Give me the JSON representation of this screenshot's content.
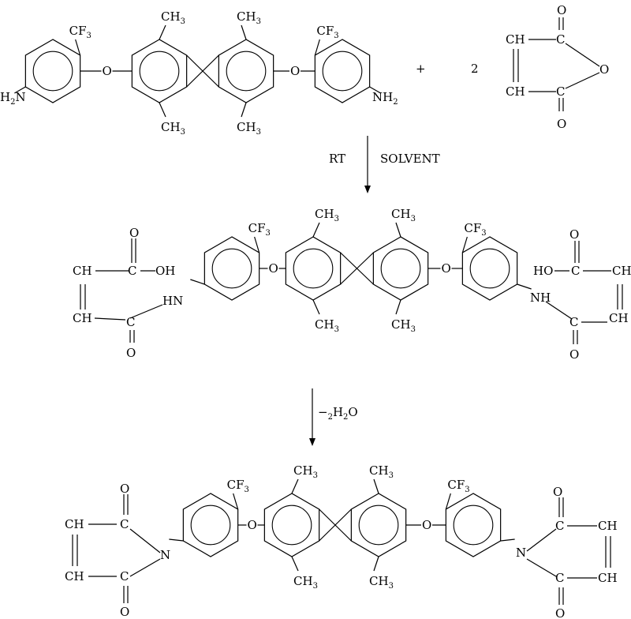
{
  "reactants": {
    "plus": "+",
    "coefficient": "2"
  },
  "step1_conditions": {
    "left": "RT",
    "right": "SOLVENT"
  },
  "step2_conditions": {
    "label": "−2H2O"
  },
  "labels": {
    "cf3": "CF3",
    "ch3": "CH3",
    "nh2": "NH2",
    "h2n": "H2N",
    "o": "O",
    "ch": "CH",
    "c": "C",
    "oh": "OH",
    "ho": "HO",
    "nh": "NH",
    "hn": "HN",
    "n": "N"
  }
}
